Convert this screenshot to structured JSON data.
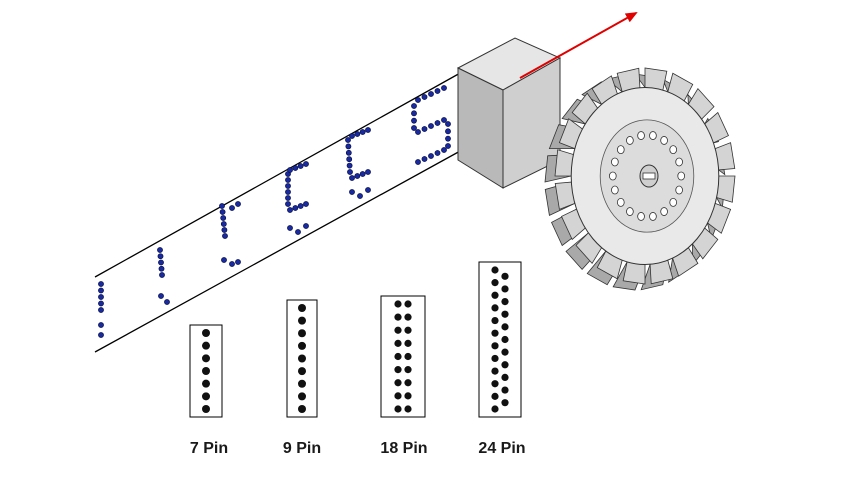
{
  "colors": {
    "dot_blue": "#1a2a9c",
    "pin_black": "#111111",
    "arrow_red": "#e00000",
    "head_gray": "#cfcfcf",
    "head_dark": "#a8a8a8",
    "wheel_gray": "#d9d9d9"
  },
  "pin_heads": [
    {
      "label": "7 Pin",
      "pins": 7,
      "columns": 1
    },
    {
      "label": "9 Pin",
      "pins": 9,
      "columns": 1
    },
    {
      "label": "18 Pin",
      "pins": 18,
      "columns": 2
    },
    {
      "label": "24 Pin",
      "pins": 24,
      "columns": 2
    }
  ]
}
